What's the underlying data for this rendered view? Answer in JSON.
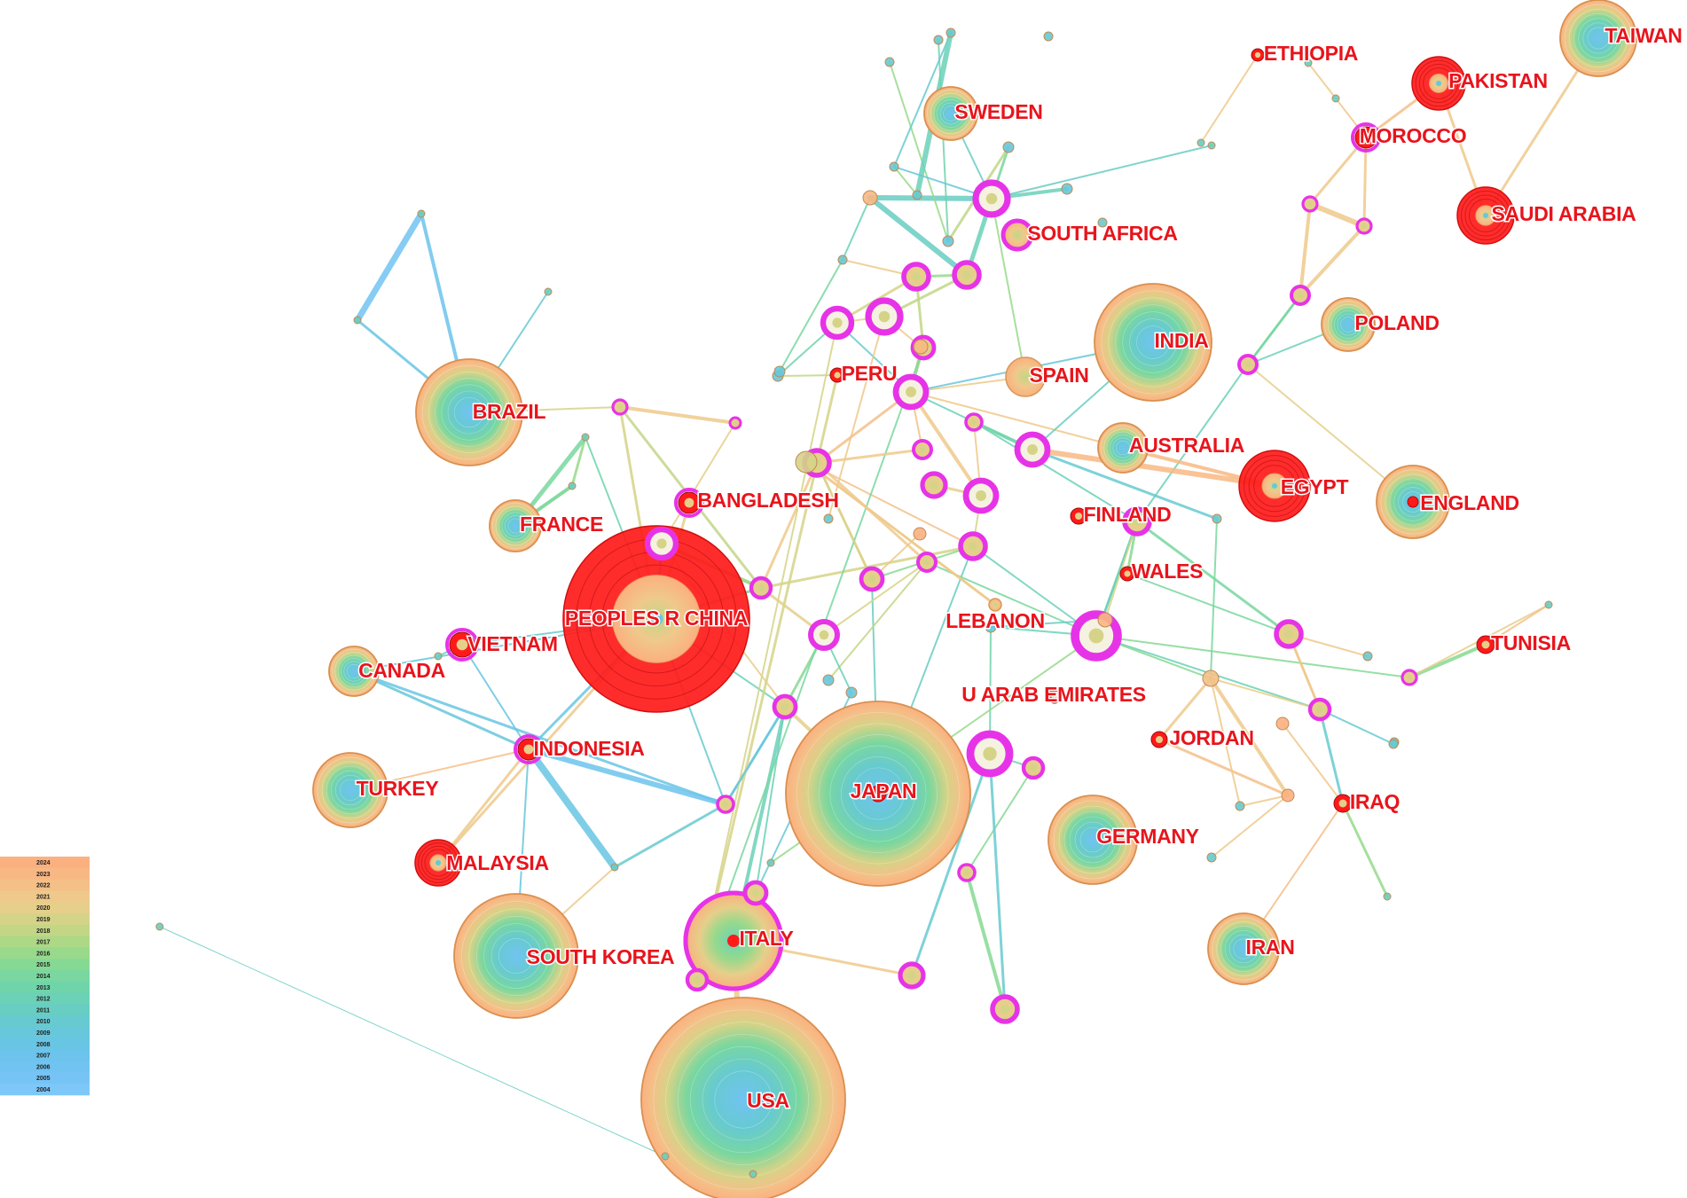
{
  "legend": {
    "years": [
      "2024",
      "2023",
      "2022",
      "2021",
      "2020",
      "2019",
      "2018",
      "2017",
      "2016",
      "2015",
      "2014",
      "2013",
      "2012",
      "2011",
      "2010",
      "2009",
      "2008",
      "2007",
      "2006",
      "2005",
      "2004"
    ],
    "colors": [
      "#fbb07f",
      "#f8b883",
      "#f4c088",
      "#efc98b",
      "#e5cf8a",
      "#d5d387",
      "#c2d686",
      "#add886",
      "#98d98b",
      "#86d993",
      "#79d79f",
      "#70d4ab",
      "#6bd1b7",
      "#68cdc2",
      "#67cad0",
      "#67c7db",
      "#69c5e4",
      "#6cc3ec",
      "#71c3f2",
      "#76c4f6",
      "#7dc7f9"
    ]
  },
  "palette": {
    "burst": "#ff1a1a",
    "centrality_ring": "#e733e7",
    "label": "#e8141c",
    "halo": "#f3a874"
  },
  "countries": [
    {
      "id": "peoples_r_china",
      "label": "PEOPLES R CHINA",
      "core": "warm",
      "burst": true
    },
    {
      "id": "usa",
      "label": "USA",
      "core": "cool"
    },
    {
      "id": "japan",
      "label": "JAPAN",
      "core": "cool",
      "burst_dot": true
    },
    {
      "id": "india",
      "label": "INDIA",
      "core": "cool"
    },
    {
      "id": "brazil",
      "label": "BRAZIL",
      "core": "cool"
    },
    {
      "id": "south_korea",
      "label": "SOUTH KOREA",
      "core": "cool"
    },
    {
      "id": "italy",
      "label": "ITALY",
      "core": "warm",
      "ring": true,
      "burst_dot": true
    },
    {
      "id": "germany",
      "label": "GERMANY",
      "core": "cool"
    },
    {
      "id": "turkey",
      "label": "TURKEY",
      "core": "cool"
    },
    {
      "id": "canada",
      "label": "CANADA",
      "core": "cool"
    },
    {
      "id": "iran",
      "label": "IRAN",
      "core": "cool"
    },
    {
      "id": "england",
      "label": "ENGLAND",
      "core": "cool",
      "burst_dot": true
    },
    {
      "id": "taiwan",
      "label": "TAIWAN",
      "core": "cool"
    },
    {
      "id": "egypt",
      "label": "EGYPT",
      "core": "warm",
      "burst": true
    },
    {
      "id": "saudi_arabia",
      "label": "SAUDI ARABIA",
      "core": "warm",
      "burst": true
    },
    {
      "id": "pakistan",
      "label": "PAKISTAN",
      "core": "warm",
      "burst": true
    },
    {
      "id": "sweden",
      "label": "SWEDEN",
      "core": "cool"
    },
    {
      "id": "poland",
      "label": "POLAND",
      "core": "cool"
    },
    {
      "id": "australia",
      "label": "AUSTRALIA",
      "core": "cool"
    },
    {
      "id": "france",
      "label": "FRANCE",
      "core": "cool"
    },
    {
      "id": "spain",
      "label": "SPAIN",
      "core": "warm"
    },
    {
      "id": "malaysia",
      "label": "MALAYSIA",
      "core": "warm",
      "burst": true
    },
    {
      "id": "vietnam",
      "label": "VIETNAM",
      "core": "warm",
      "burst": true,
      "ring": true
    },
    {
      "id": "indonesia",
      "label": "INDONESIA",
      "core": "warm",
      "burst": true,
      "ring": true
    },
    {
      "id": "bangladesh",
      "label": "BANGLADESH",
      "core": "warm",
      "burst": true,
      "ring": true
    },
    {
      "id": "south_africa",
      "label": "SOUTH AFRICA",
      "core": "warm",
      "ring": true
    },
    {
      "id": "morocco",
      "label": "MOROCCO",
      "core": "warm",
      "burst": true,
      "ring": true
    },
    {
      "id": "peru",
      "label": "PERU",
      "core": "warm",
      "burst": true
    },
    {
      "id": "finland",
      "label": "FINLAND",
      "core": "warm",
      "burst": true
    },
    {
      "id": "wales",
      "label": "WALES",
      "core": "warm",
      "burst": true
    },
    {
      "id": "lebanon",
      "label": "LEBANON",
      "core": "warm"
    },
    {
      "id": "u_arab_emirates",
      "label": "U ARAB EMIRATES",
      "core": "warm",
      "burst": true
    },
    {
      "id": "jordan",
      "label": "JORDAN",
      "core": "warm",
      "burst": true
    },
    {
      "id": "iraq",
      "label": "IRAQ",
      "core": "warm",
      "burst": true
    },
    {
      "id": "tunisia",
      "label": "TUNISIA",
      "core": "warm",
      "burst": true
    },
    {
      "id": "ethiopia",
      "label": "ETHIOPIA",
      "core": "warm",
      "burst": true
    }
  ]
}
